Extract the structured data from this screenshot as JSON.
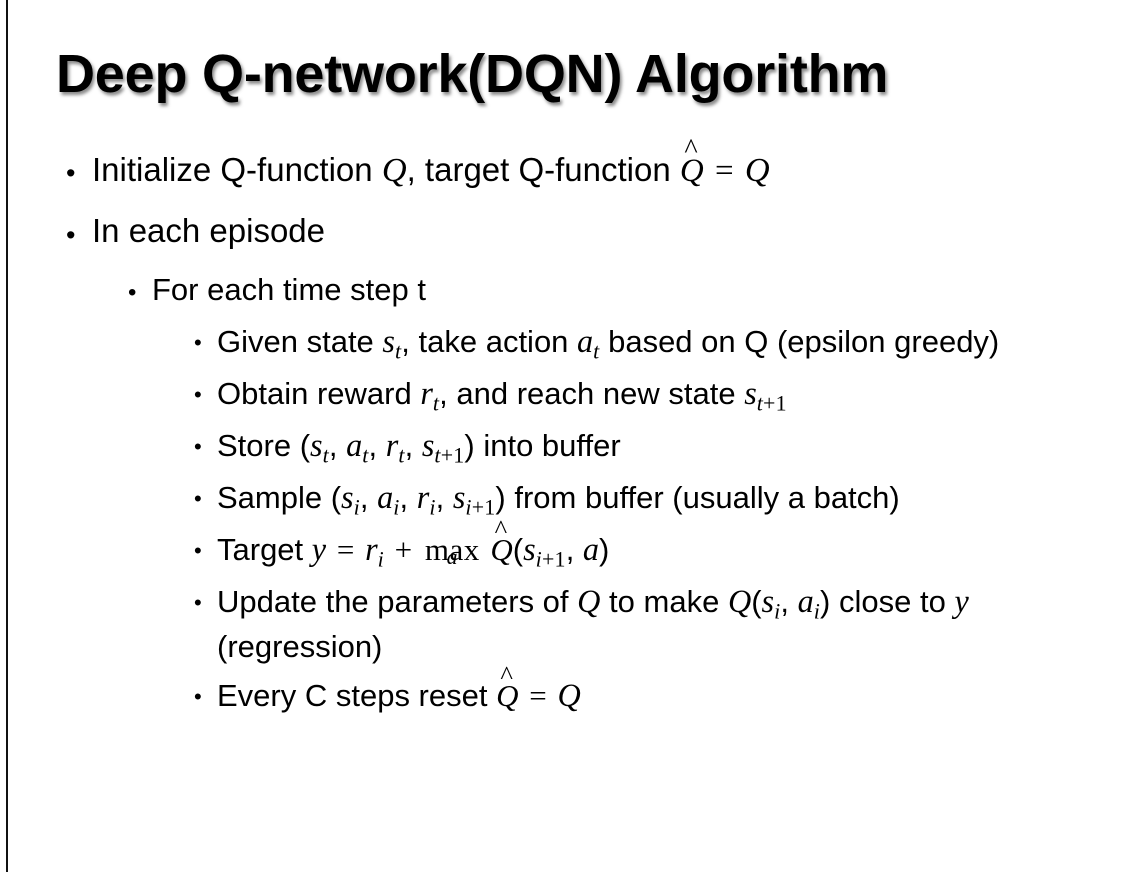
{
  "slide": {
    "title": "Deep Q-network(DQN) Algorithm",
    "background_color": "#ffffff",
    "text_color": "#000000",
    "left_border_color": "#111111",
    "bullet_glyph": "•"
  },
  "body": {
    "items": [
      {
        "level": 1,
        "id": "initialize-q-function",
        "plain": "Initialize Q-function Q, target Q-function Q̂ = Q",
        "parts": [
          {
            "t": "text",
            "v": "Initialize Q-function "
          },
          {
            "t": "math",
            "v": "Q"
          },
          {
            "t": "text",
            "v": ", target Q-function "
          },
          {
            "t": "mathhat",
            "v": "Q"
          },
          {
            "t": "eq",
            "v": "="
          },
          {
            "t": "math",
            "v": "Q"
          }
        ]
      },
      {
        "level": 1,
        "id": "in-each-episode",
        "plain": "In each episode",
        "parts": [
          {
            "t": "text",
            "v": "In each episode"
          }
        ]
      },
      {
        "level": 2,
        "id": "for-each-time-step",
        "plain": "For each time step t",
        "parts": [
          {
            "t": "text",
            "v": "For each time step t"
          }
        ]
      },
      {
        "level": 3,
        "id": "given-state-take-action",
        "plain": "Given state s_t, take action a_t based on Q (epsilon greedy)",
        "parts": [
          {
            "t": "text",
            "v": "Given state "
          },
          {
            "t": "mathsub",
            "v": "s",
            "sub": "t"
          },
          {
            "t": "text",
            "v": ", take action "
          },
          {
            "t": "mathsub",
            "v": "a",
            "sub": "t"
          },
          {
            "t": "text",
            "v": " based on Q (epsilon greedy)"
          }
        ]
      },
      {
        "level": 3,
        "id": "obtain-reward",
        "plain": "Obtain reward r_t, and reach new state s_t+1",
        "parts": [
          {
            "t": "text",
            "v": "Obtain reward "
          },
          {
            "t": "mathsub",
            "v": "r",
            "sub": "t"
          },
          {
            "t": "text",
            "v": ", and reach new state "
          },
          {
            "t": "mathsub",
            "v": "s",
            "sub": "t+1"
          }
        ]
      },
      {
        "level": 3,
        "id": "store-into-buffer",
        "plain": "Store (s_t, a_t, r_t, s_t+1) into buffer",
        "parts": [
          {
            "t": "text",
            "v": "Store ("
          },
          {
            "t": "mathsub",
            "v": "s",
            "sub": "t"
          },
          {
            "t": "text",
            "v": ", "
          },
          {
            "t": "mathsub",
            "v": "a",
            "sub": "t"
          },
          {
            "t": "text",
            "v": ", "
          },
          {
            "t": "mathsub",
            "v": "r",
            "sub": "t"
          },
          {
            "t": "text",
            "v": ", "
          },
          {
            "t": "mathsub",
            "v": "s",
            "sub": "t+1"
          },
          {
            "t": "text",
            "v": ") into buffer"
          }
        ]
      },
      {
        "level": 3,
        "id": "sample-from-buffer",
        "plain": "Sample (s_i, a_i, r_i, s_i+1) from buffer (usually a batch)",
        "parts": [
          {
            "t": "text",
            "v": "Sample ("
          },
          {
            "t": "mathsub",
            "v": "s",
            "sub": "i"
          },
          {
            "t": "text",
            "v": ", "
          },
          {
            "t": "mathsub",
            "v": "a",
            "sub": "i"
          },
          {
            "t": "text",
            "v": ", "
          },
          {
            "t": "mathsub",
            "v": "r",
            "sub": "i"
          },
          {
            "t": "text",
            "v": ", "
          },
          {
            "t": "mathsub",
            "v": "s",
            "sub": "i+1"
          },
          {
            "t": "text",
            "v": ") from buffer (usually a batch)"
          }
        ]
      },
      {
        "level": 3,
        "id": "target-y",
        "plain": "Target y = r_i + max_a Q̂(s_i+1, a)",
        "parts": [
          {
            "t": "text",
            "v": "Target "
          },
          {
            "t": "math",
            "v": "y"
          },
          {
            "t": "eq",
            "v": "="
          },
          {
            "t": "mathsub",
            "v": "r",
            "sub": "i"
          },
          {
            "t": "eq",
            "v": "+"
          },
          {
            "t": "underop",
            "v": "max",
            "under": "a"
          },
          {
            "t": "mathhat",
            "v": "Q"
          },
          {
            "t": "text",
            "v": "("
          },
          {
            "t": "mathsub",
            "v": "s",
            "sub": "i+1"
          },
          {
            "t": "text",
            "v": ", "
          },
          {
            "t": "math",
            "v": "a"
          },
          {
            "t": "text",
            "v": ")"
          }
        ]
      },
      {
        "level": 3,
        "id": "update-parameters",
        "plain": "Update the parameters of Q to make Q(s_i, a_i) close to y (regression)",
        "parts": [
          {
            "t": "text",
            "v": "Update the parameters of "
          },
          {
            "t": "math",
            "v": "Q"
          },
          {
            "t": "text",
            "v": " to make "
          },
          {
            "t": "math",
            "v": "Q"
          },
          {
            "t": "text",
            "v": "("
          },
          {
            "t": "mathsub",
            "v": "s",
            "sub": "i"
          },
          {
            "t": "text",
            "v": ", "
          },
          {
            "t": "mathsub",
            "v": "a",
            "sub": "i"
          },
          {
            "t": "text",
            "v": ") close to "
          },
          {
            "t": "math",
            "v": "y"
          },
          {
            "t": "text",
            "v": " (regression)"
          }
        ]
      },
      {
        "level": 3,
        "id": "every-c-steps-reset",
        "plain": "Every C steps reset Q̂ = Q",
        "parts": [
          {
            "t": "text",
            "v": "Every C steps reset "
          },
          {
            "t": "mathhat",
            "v": "Q"
          },
          {
            "t": "eq",
            "v": "="
          },
          {
            "t": "math",
            "v": "Q"
          }
        ]
      }
    ]
  }
}
